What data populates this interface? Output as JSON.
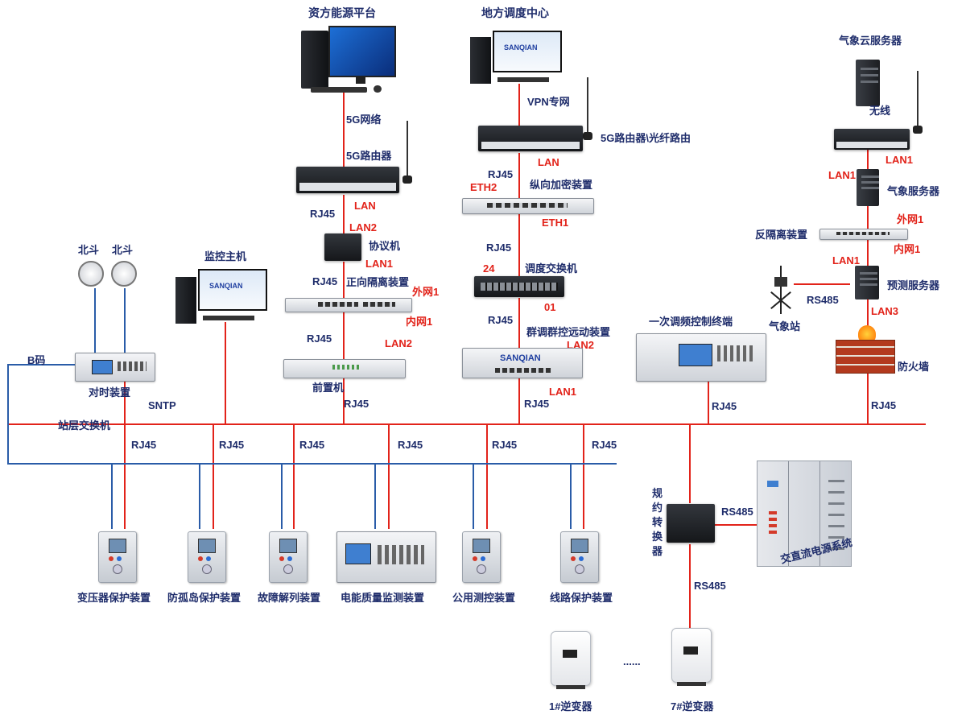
{
  "platforms": {
    "asset_platform": "资方能源平台",
    "dispatch_center": "地方调度中心",
    "weather_cloud": "气象云服务器"
  },
  "links": {
    "net_5g": "5G网络",
    "vpn": "VPN专网",
    "wireless": "无线"
  },
  "devices": {
    "router_5g": "5G路由器",
    "router_5g_fiber": "5G路由器\\光纤路由",
    "encryption": "纵向加密装置",
    "dispatch_switch": "调度交换机",
    "group_control": "群调群控远动装置",
    "protocol": "协议机",
    "forward_isolation": "正向隔离装置",
    "front_end": "前置机",
    "monitor_host": "监控主机",
    "beidou_1": "北斗",
    "beidou_2": "北斗",
    "b_code": "B码",
    "clock": "对时装置",
    "sntp": "SNTP",
    "station_switch": "站层交换机",
    "primary_fm": "一次调频控制终端",
    "weather_server": "气象服务器",
    "reverse_isolation": "反隔离装置",
    "forecast_server": "预测服务器",
    "weather_station": "气象站",
    "firewall": "防火墙",
    "protocol_converter": "规约转换器",
    "acdc_power": "交直流电源系统",
    "inverter_1": "1#逆变器",
    "inverter_7": "7#逆变器",
    "ellipsis": "......",
    "transformer_prot": "变压器保护装置",
    "anti_island": "防孤岛保护装置",
    "fault_split": "故障解列装置",
    "power_quality": "电能质量监测装置",
    "public_measure": "公用测控装置",
    "line_prot": "线路保护装置"
  },
  "ports": {
    "lan": "LAN",
    "lan_left": "LAN",
    "rj45": "RJ45",
    "lan2": "LAN2",
    "lan1": "LAN1",
    "outer1": "外网1",
    "inner1": "内网1",
    "lan2_b": "LAN2",
    "rj45_fi": "RJ45",
    "rj45_fe": "RJ45",
    "rj45_enc": "RJ45",
    "eth2": "ETH2",
    "eth1": "ETH1",
    "rj45_ds": "RJ45",
    "p24": "24",
    "p01": "01",
    "rj45_gc": "RJ45",
    "lan2_gc": "LAN2",
    "lan1_gc": "LAN1",
    "rj45_gcbus": "RJ45",
    "rj45_fm": "RJ45",
    "lan1_wr": "LAN1",
    "lan1_wr2": "LAN1",
    "outer1_r": "外网1",
    "inner1_r": "内网1",
    "lan1_fs": "LAN1",
    "rs485_ws": "RS485",
    "lan3": "LAN3",
    "rj45_fw": "RJ45",
    "rj45_b1": "RJ45",
    "rj45_b2": "RJ45",
    "rj45_b3": "RJ45",
    "rj45_b4": "RJ45",
    "rj45_b5": "RJ45",
    "rj45_b6": "RJ45",
    "rs485_pc": "RS485",
    "rs485_inv": "RS485",
    "converter_chars": [
      "规",
      "约",
      "转",
      "换",
      "器"
    ],
    "brand": "SANQIAN"
  },
  "colors": {
    "red_wire": "#e2231a",
    "blue_wire": "#2a5ca8",
    "label": "#1f2d6b"
  }
}
